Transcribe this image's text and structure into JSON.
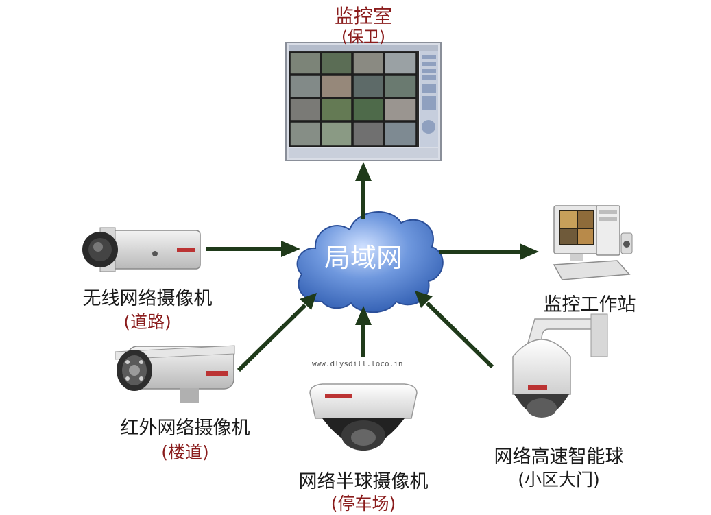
{
  "monitor_room": {
    "title": "监控室",
    "subtitle": "(保卫)"
  },
  "network": {
    "label": "局域网"
  },
  "workstation": {
    "title": "监控工作站"
  },
  "wireless_camera": {
    "title": "无线网络摄像机",
    "subtitle": "(道路)"
  },
  "ir_camera": {
    "title": "红外网络摄像机",
    "subtitle": "(楼道)"
  },
  "dome_camera": {
    "title": "网络半球摄像机",
    "subtitle": "(停车场)"
  },
  "speed_dome": {
    "title": "网络高速智能球",
    "subtitle": "(小区大门)"
  },
  "watermark": "www.dlysdill.loco.in",
  "colors": {
    "arrow": "#1f3a1a",
    "cloud": "#4a78c8",
    "accent_red": "#8a1c1c"
  }
}
